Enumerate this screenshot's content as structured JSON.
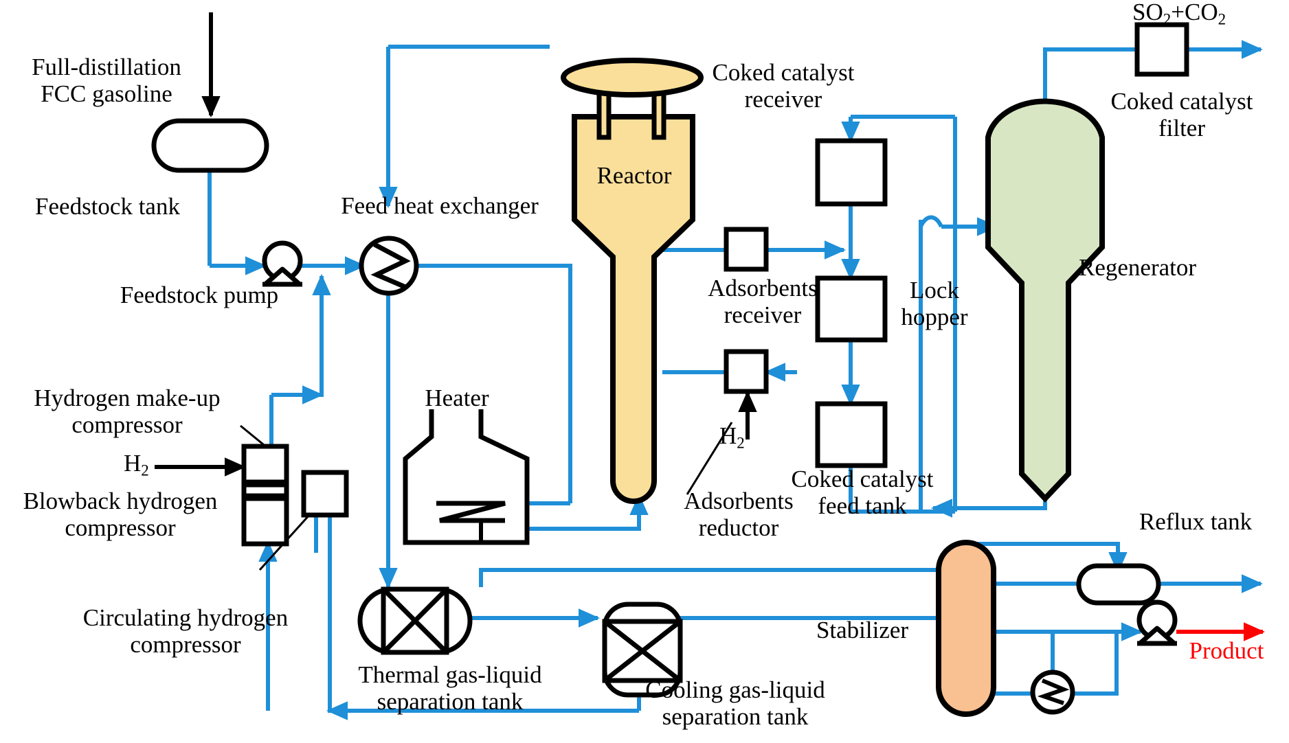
{
  "diagram": {
    "title": "FCC gasoline adsorptive desulfurization process flow diagram",
    "colors": {
      "pipe": "#1f8fd8",
      "black": "#000000",
      "product_red": "#ff0000",
      "reactor_fill": "#fadf9a",
      "regenerator_fill": "#d9e6c3",
      "stabilizer_fill": "#f9c091",
      "background": "#ffffff"
    }
  },
  "labels": {
    "feed_stream": "Full-distillation\nFCC gasoline",
    "feedstock_tank": "Feedstock tank",
    "feedstock_pump": "Feedstock pump",
    "feed_heat_exchanger": "Feed heat exchanger",
    "hydrogen_makeup_compressor": "Hydrogen make-up\ncompressor",
    "h2_inlet_left": "H",
    "h2_inlet_left_sub": "2",
    "blowback_hydrogen_compressor": "Blowback hydrogen\ncompressor",
    "circulating_hydrogen_compressor": "Circulating hydrogen\ncompressor",
    "heater": "Heater",
    "reactor": "Reactor",
    "thermal_gas_liquid_separation_tank": "Thermal gas-liquid\nseparation tank",
    "cooling_gas_liquid_separation_tank": "Cooling gas-liquid\nseparation tank",
    "coked_catalyst_receiver": "Coked catalyst\nreceiver",
    "adsorbents_receiver": "Adsorbents\nreceiver",
    "adsorbents_reductor": "Adsorbents\nreductor",
    "h2_reductor": "H",
    "h2_reductor_sub": "2",
    "coked_catalyst_feed_tank": "Coked catalyst\nfeed tank",
    "lock_hopper": "Lock\nhopper",
    "regenerator": "Regenerator",
    "coked_catalyst_filter": "Coked catalyst\nfilter",
    "so2_co2": "SO",
    "so2_co2_sub1": "2",
    "so2_co2_mid": "+CO",
    "so2_co2_sub2": "2",
    "stabilizer": "Stabilizer",
    "reflux_tank": "Reflux tank",
    "product": "Product"
  },
  "equipment": [
    {
      "name": "feedstock-tank",
      "shape": "horizontal-stadium"
    },
    {
      "name": "feedstock-pump",
      "shape": "pump-circle-base"
    },
    {
      "name": "feed-heat-exchanger",
      "shape": "circle-zigzag"
    },
    {
      "name": "hydrogen-makeup-compressor",
      "shape": "rectangle"
    },
    {
      "name": "blowback-hydrogen-compressor",
      "shape": "rectangle"
    },
    {
      "name": "circulating-hydrogen-compressor",
      "shape": "rectangle"
    },
    {
      "name": "heater",
      "shape": "furnace-coil"
    },
    {
      "name": "reactor",
      "shape": "vessel-cap-stem",
      "fill": "#fadf9a"
    },
    {
      "name": "thermal-gas-liquid-separation-tank",
      "shape": "drum-cross"
    },
    {
      "name": "cooling-gas-liquid-separation-tank",
      "shape": "drum-cross"
    },
    {
      "name": "coked-catalyst-receiver",
      "shape": "square"
    },
    {
      "name": "adsorbents-receiver",
      "shape": "square"
    },
    {
      "name": "adsorbents-reductor",
      "shape": "square"
    },
    {
      "name": "lock-hopper-box",
      "shape": "square"
    },
    {
      "name": "coked-catalyst-feed-tank",
      "shape": "square"
    },
    {
      "name": "regenerator",
      "shape": "vessel-round-top-cone",
      "fill": "#d9e6c3"
    },
    {
      "name": "coked-catalyst-filter",
      "shape": "square"
    },
    {
      "name": "stabilizer",
      "shape": "column-rounded",
      "fill": "#f9c091"
    },
    {
      "name": "reflux-tank",
      "shape": "horizontal-stadium"
    },
    {
      "name": "reboiler",
      "shape": "circle-zigzag"
    },
    {
      "name": "product-pump",
      "shape": "pump-circle-base"
    }
  ]
}
